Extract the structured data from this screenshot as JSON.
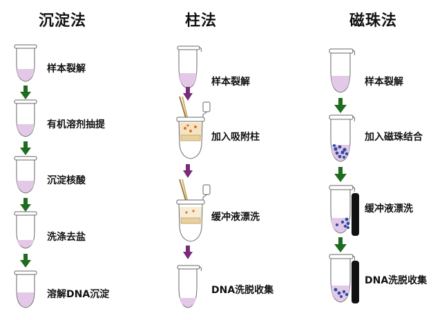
{
  "colors": {
    "arrow_green": "#1f6b1f",
    "arrow_purple": "#7a2a7a",
    "liquid_pink": "#e3c8e8",
    "bead_blue": "#2b4b9e",
    "magnet_black": "#111111"
  },
  "columns": [
    {
      "title": "沉淀法",
      "arrow_color": "green",
      "steps": [
        {
          "label": "样本裂解"
        },
        {
          "label": "有机溶剂抽提"
        },
        {
          "label": "沉淀核酸"
        },
        {
          "label": "洗涤去盐"
        },
        {
          "label": "溶解DNA沉淀"
        }
      ]
    },
    {
      "title": "柱法",
      "arrow_color": "purple",
      "steps": [
        {
          "label": "样本裂解"
        },
        {
          "label": "加入吸附柱"
        },
        {
          "label": "缓冲液漂洗"
        },
        {
          "label": "DNA洗脱收集"
        }
      ]
    },
    {
      "title": "磁珠法",
      "arrow_color": "green",
      "steps": [
        {
          "label": "样本裂解"
        },
        {
          "label": "加入磁珠结合"
        },
        {
          "label": "缓冲液漂洗"
        },
        {
          "label": "DNA洗脱收集"
        }
      ]
    }
  ]
}
